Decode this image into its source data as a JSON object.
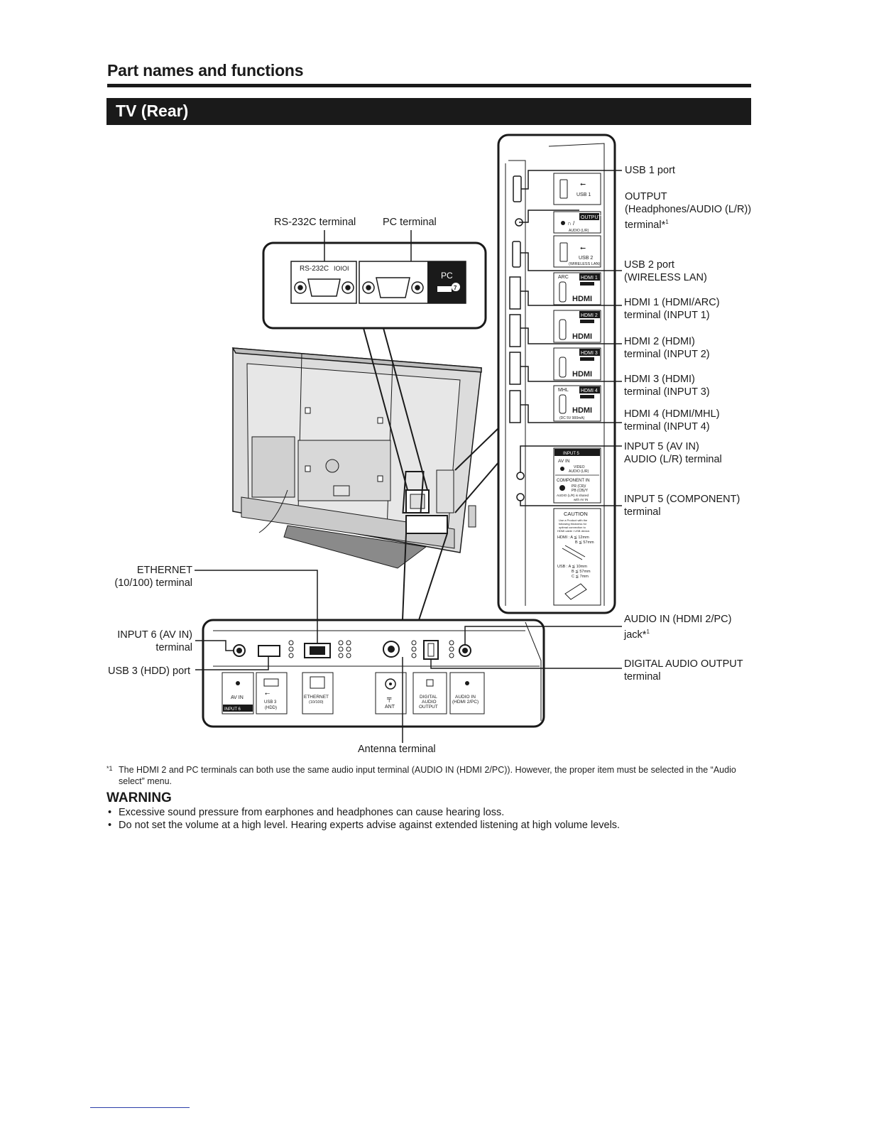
{
  "page": {
    "heading": "Part names and functions",
    "section": "TV (Rear)"
  },
  "labels": {
    "rs232c": "RS-232C terminal",
    "pc": "PC terminal",
    "ethernet_l1": "ETHERNET",
    "ethernet_l2": "(10/100) terminal",
    "input6_l1": "INPUT 6 (AV IN)",
    "input6_l2": "terminal",
    "usb3": "USB 3 (HDD) port",
    "antenna": "Antenna terminal",
    "usb1": "USB 1 port",
    "output_l1": "OUTPUT",
    "output_l2": "(Headphones/AUDIO (L/R))",
    "output_l3": "terminal*",
    "usb2_l1": "USB 2 port",
    "usb2_l2": "(WIRELESS LAN)",
    "hdmi1_l1": "HDMI 1 (HDMI/ARC)",
    "hdmi1_l2": "terminal (INPUT 1)",
    "hdmi2_l1": "HDMI 2 (HDMI)",
    "hdmi2_l2": "terminal (INPUT 2)",
    "hdmi3_l1": "HDMI 3 (HDMI)",
    "hdmi3_l2": "terminal (INPUT 3)",
    "hdmi4_l1": "HDMI 4 (HDMI/MHL)",
    "hdmi4_l2": "terminal (INPUT 4)",
    "input5av_l1": "INPUT 5 (AV IN)",
    "input5av_l2": "AUDIO (L/R) terminal",
    "input5comp_l1": "INPUT 5 (COMPONENT)",
    "input5comp_l2": "terminal",
    "audioin_l1": "AUDIO IN (HDMI 2/PC)",
    "audioin_l2": "jack*",
    "digital_l1": "DIGITAL AUDIO OUTPUT",
    "digital_l2": "terminal",
    "sup": "1"
  },
  "panel": {
    "rs232c": "RS-232C",
    "pc": "PC",
    "usb1": "USB 1",
    "output": "OUTPUT",
    "audio_lr": "AUDIO (L/R)",
    "usb2": "USB 2",
    "wireless": "(WIRELESS LAN)",
    "arc": "ARC",
    "hdmi1": "HDMI 1",
    "hdmi2": "HDMI 2",
    "hdmi3": "HDMI 3",
    "hdmi4": "HDMI 4",
    "mhl": "MHL",
    "hdmi_logo": "HDMI",
    "dc5v": "(DC 5V 900mA)",
    "input5": "INPUT 5",
    "av_in": "AV IN",
    "video": "VIDEO",
    "audio_lr2": "AUDIO (L/R)",
    "component_in": "COMPONENT IN",
    "pr": "PR (CR)/",
    "pb": "PB (CB)/Y",
    "shared1": "AUDIO (L/R) is shared",
    "shared2": "with AV IN",
    "caution": "CAUTION",
    "caution1": "Use a Product with the",
    "caution2": "following thickness for",
    "caution3": "optimal connection to",
    "caution4": "HDMI cable / USB device.",
    "hdmi_dim": "HDMI : A ≦ 12mm",
    "hdmi_dim2": "B ≦ 57mm",
    "usb_dim": "USB : A ≦ 10mm",
    "usb_dim2": "B ≦ 57mm",
    "usb_dim3": "C ≦ 7mm",
    "bottom_av_in": "AV IN",
    "bottom_input6": "INPUT 6",
    "bottom_usb3": "USB 3",
    "bottom_hdd": "(HDD)",
    "bottom_ethernet": "ETHERNET",
    "bottom_10100": "(10/100)",
    "bottom_ant": "ANT",
    "bottom_digital1": "DIGITAL",
    "bottom_digital2": "AUDIO",
    "bottom_digital3": "OUTPUT",
    "bottom_audioin1": "AUDIO IN",
    "bottom_audioin2": "(HDMI 2/PC)"
  },
  "footnote": {
    "mark": "*1",
    "text": "The HDMI 2 and PC terminals can both use the same audio input terminal (AUDIO IN (HDMI 2/PC)). However, the proper item must be selected in the “Audio select” menu."
  },
  "warning": {
    "heading": "WARNING",
    "items": [
      "Excessive sound pressure from earphones and headphones can cause hearing loss.",
      "Do not set the volume at a high level. Hearing experts advise against extended listening at high volume levels."
    ]
  },
  "colors": {
    "ink": "#1a1a1a",
    "panel": "#ffffff",
    "tv_body": "#d9d9d9"
  }
}
